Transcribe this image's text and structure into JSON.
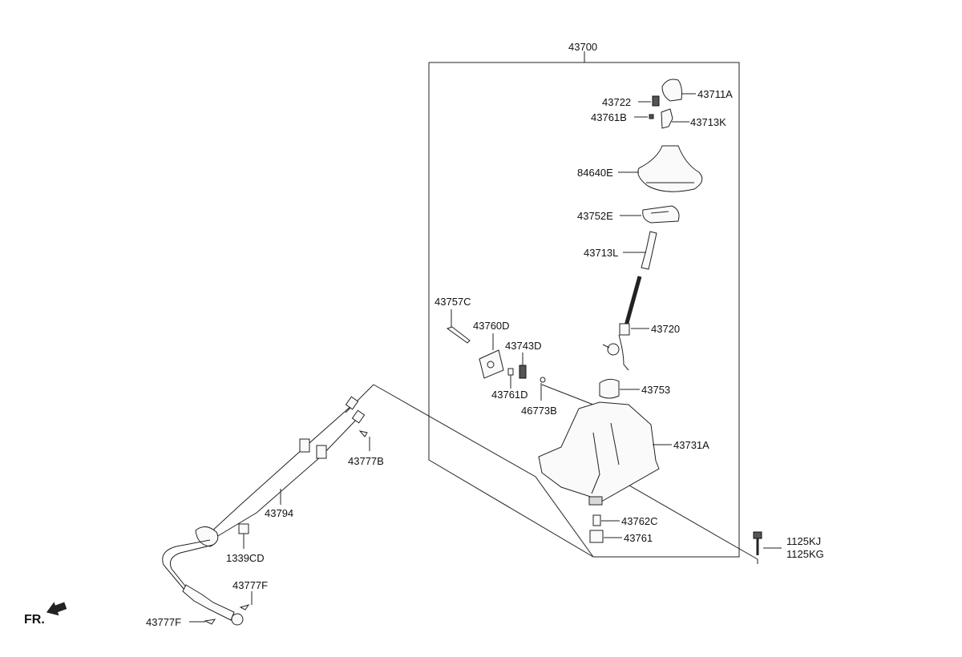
{
  "labels": {
    "assembly": "43700",
    "p43711A": "43711A",
    "p43722": "43722",
    "p43761B": "43761B",
    "p43713K": "43713K",
    "p84640E": "84640E",
    "p43752E": "43752E",
    "p43713L": "43713L",
    "p43720": "43720",
    "p43757C": "43757C",
    "p43760D": "43760D",
    "p43743D": "43743D",
    "p43761D": "43761D",
    "p46773B": "46773B",
    "p43753": "43753",
    "p43731A": "43731A",
    "p43762C": "43762C",
    "p43761": "43761",
    "p1125KJ": "1125KJ",
    "p1125KG": "1125KG",
    "p43777B": "43777B",
    "p43794": "43794",
    "p1339CD": "1339CD",
    "p43777F_a": "43777F",
    "p43777F_b": "43777F",
    "front": "FR."
  }
}
